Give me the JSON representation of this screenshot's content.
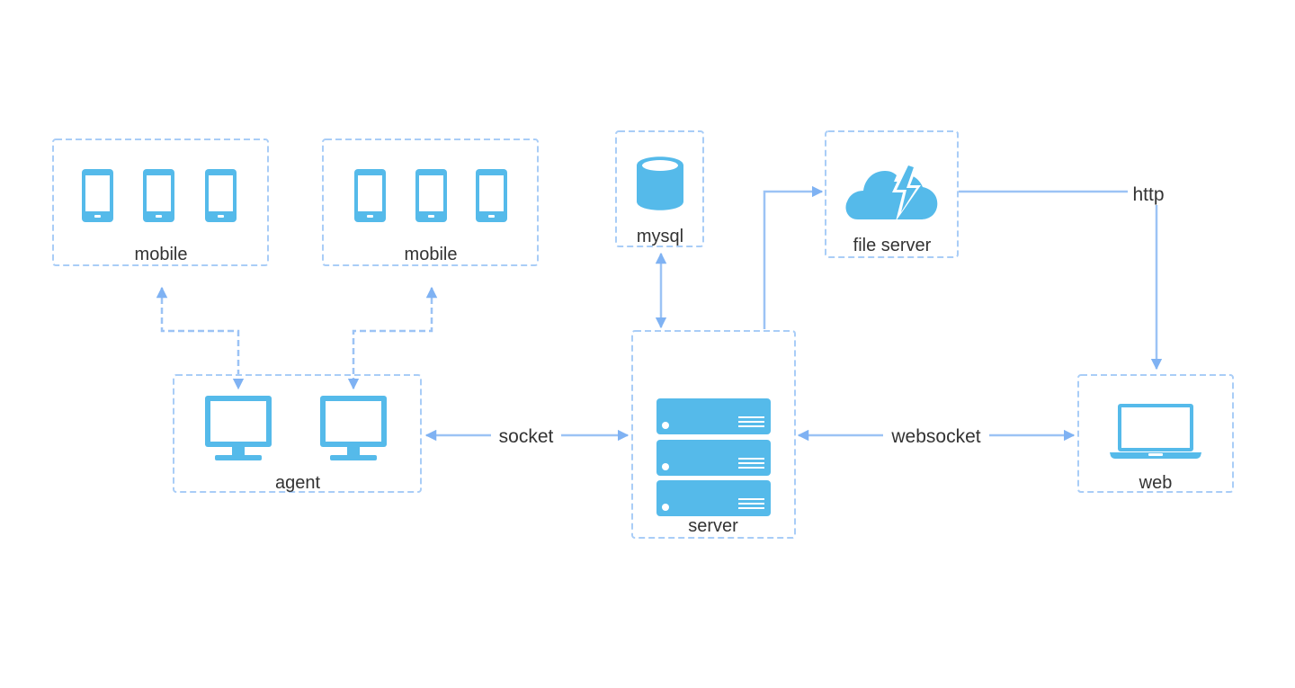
{
  "diagram": {
    "nodes": [
      {
        "id": "mobile1",
        "label": "mobile",
        "icon": "smartphone-icon",
        "icon_count": 3
      },
      {
        "id": "mobile2",
        "label": "mobile",
        "icon": "smartphone-icon",
        "icon_count": 3
      },
      {
        "id": "agent",
        "label": "agent",
        "icon": "monitor-icon",
        "icon_count": 2
      },
      {
        "id": "mysql",
        "label": "mysql",
        "icon": "database-icon",
        "icon_count": 1
      },
      {
        "id": "file_server",
        "label": "file server",
        "icon": "cloud-lightning-icon",
        "icon_count": 1
      },
      {
        "id": "server",
        "label": "server",
        "icon": "server-rack-icon",
        "icon_count": 1
      },
      {
        "id": "web",
        "label": "web",
        "icon": "laptop-icon",
        "icon_count": 1
      }
    ],
    "edges": [
      {
        "from": "agent",
        "to": "mobile1",
        "label": "",
        "style": "dashed",
        "direction": "both"
      },
      {
        "from": "agent",
        "to": "mobile2",
        "label": "",
        "style": "dashed",
        "direction": "both"
      },
      {
        "from": "agent",
        "to": "server",
        "label": "socket",
        "style": "solid",
        "direction": "both"
      },
      {
        "from": "server",
        "to": "mysql",
        "label": "",
        "style": "solid",
        "direction": "both"
      },
      {
        "from": "server",
        "to": "file_server",
        "label": "",
        "style": "solid",
        "direction": "forward"
      },
      {
        "from": "file_server",
        "to": "web",
        "label": "http",
        "style": "solid",
        "direction": "forward"
      },
      {
        "from": "server",
        "to": "web",
        "label": "websocket",
        "style": "solid",
        "direction": "both"
      }
    ],
    "colors": {
      "icon": "#55baea",
      "border": "#a9cdf7",
      "connector": "#9cc3f5",
      "text": "#333333"
    }
  }
}
